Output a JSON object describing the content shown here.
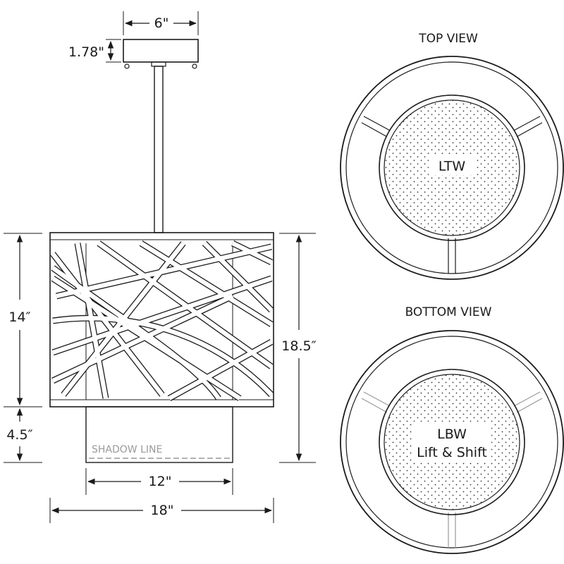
{
  "dimensions": {
    "canopy_width": "6\"",
    "canopy_height": "1.78\"",
    "shade_height": "14″",
    "diffuser_drop": "4.5″",
    "overall_height": "18.5″",
    "diffuser_width": "12\"",
    "shade_width": "18\""
  },
  "shadow_line_label": "SHADOW LINE",
  "top_view": {
    "title": "TOP VIEW",
    "center_label": "LTW"
  },
  "bottom_view": {
    "title": "BOTTOM VIEW",
    "center_label_line1": "LBW",
    "center_label_line2": "Lift & Shift"
  },
  "colors": {
    "line": "#1a1a1a",
    "shadow": "#9a9a9a",
    "background": "#ffffff"
  }
}
